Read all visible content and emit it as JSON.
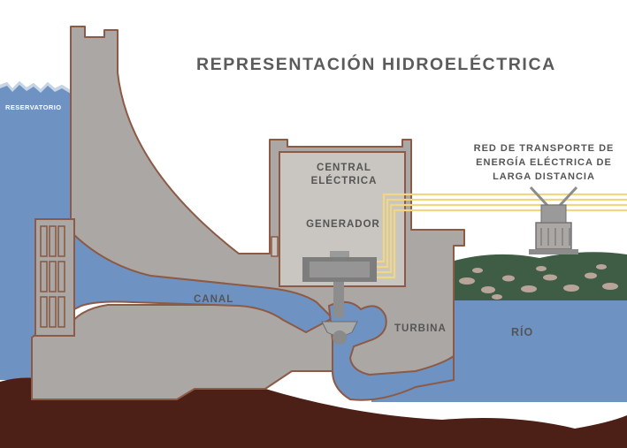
{
  "title": "REPRESENTACIÓN HIDROELÉCTRICA",
  "labels": {
    "reservoir": "RESERVATORIO",
    "power_station_line1": "CENTRAL",
    "power_station_line2": "ELÉCTRICA",
    "generator": "GENERADOR",
    "grid_line1": "RED DE TRANSPORTE DE",
    "grid_line2": "ENERGÍA ELÉCTRICA DE",
    "grid_line3": "LARGA DISTANCIA",
    "channel": "CANAL",
    "turbine": "TURBINA",
    "river": "RÍO"
  },
  "colors": {
    "water": "#6e93c3",
    "concrete": "#aba7a4",
    "concrete_outline": "#8c5a45",
    "ground": "#4c1f17",
    "grass": "#3f5c45",
    "power_lines": "#f3d680",
    "text": "#555555"
  }
}
